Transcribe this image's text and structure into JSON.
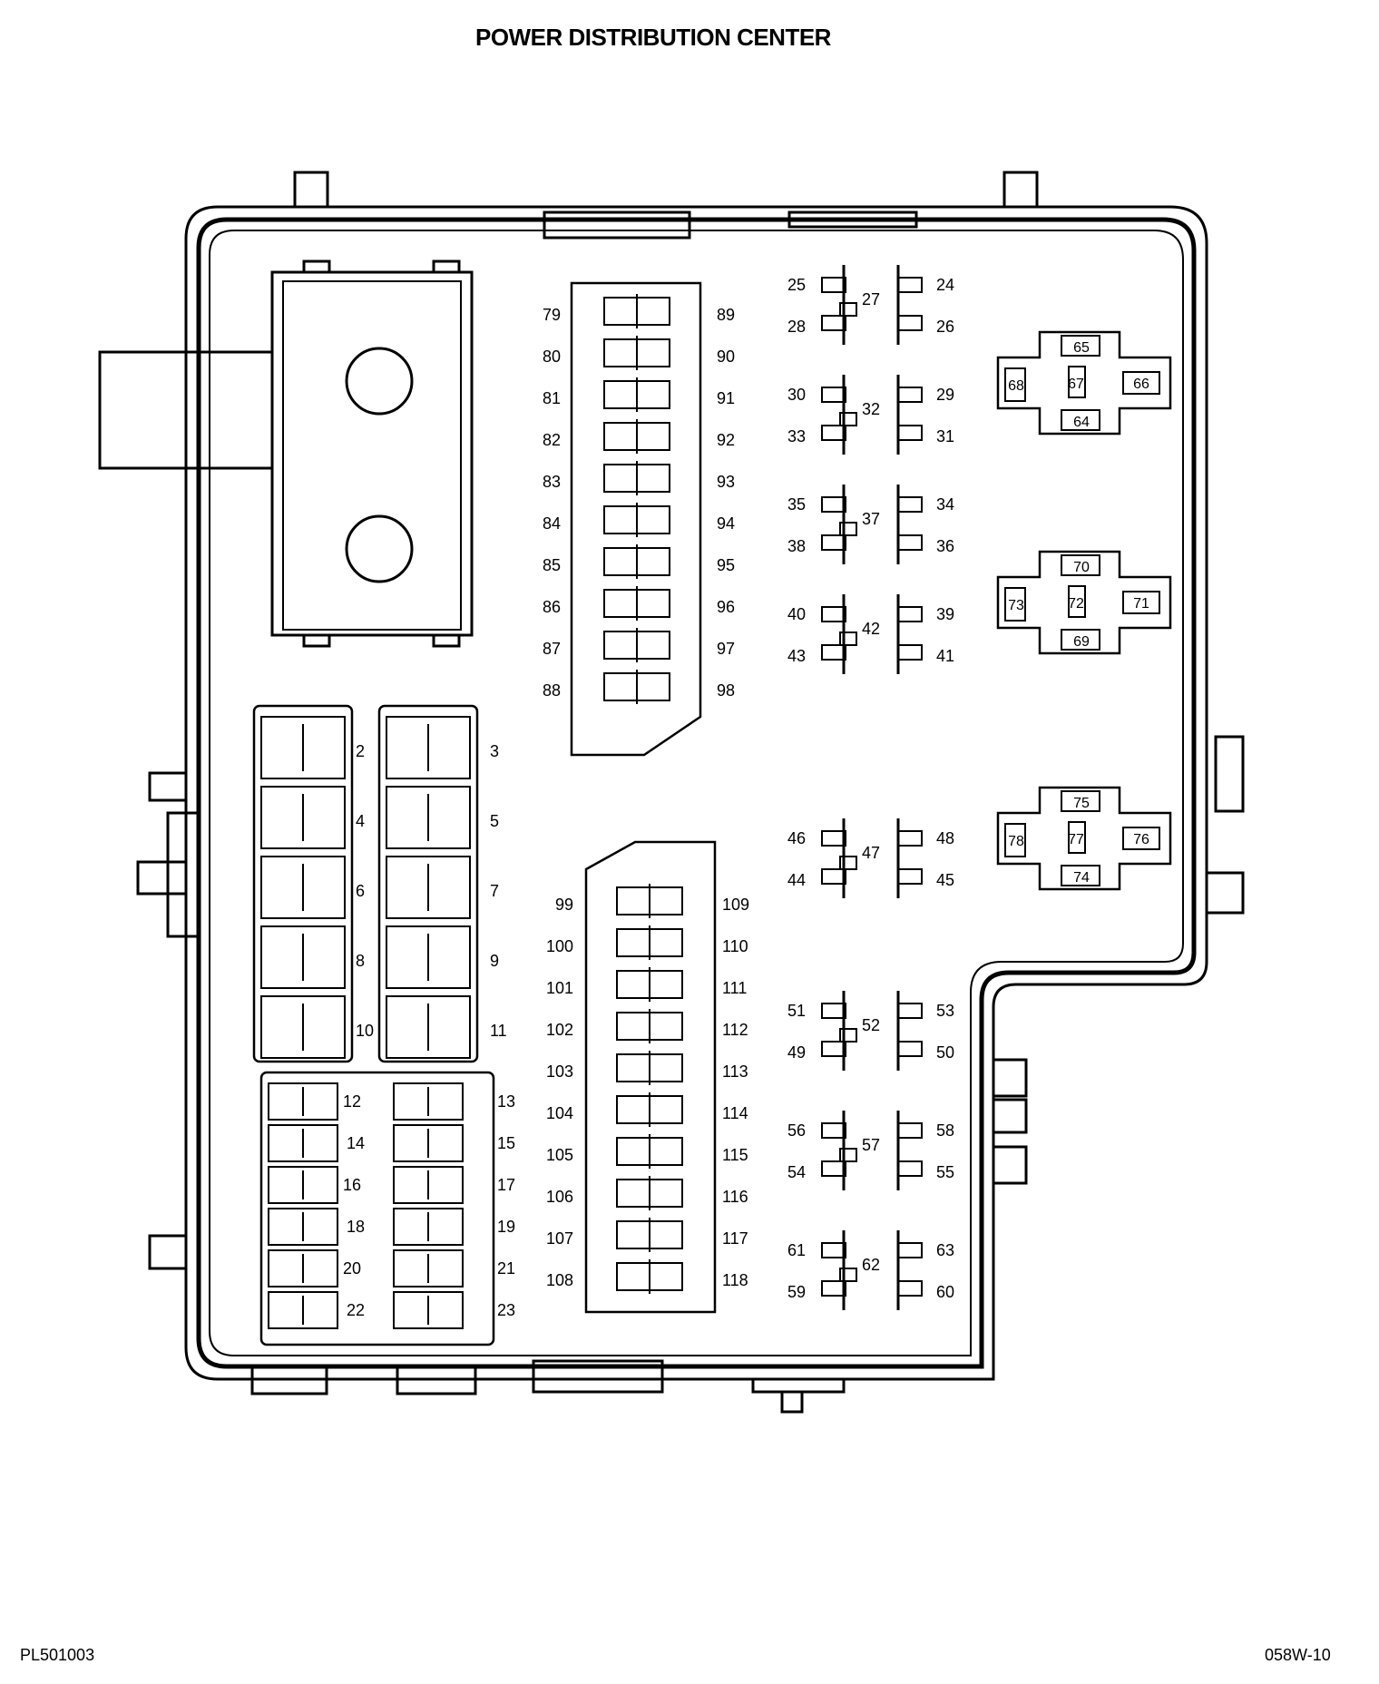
{
  "title": "POWER DISTRIBUTION CENTER",
  "footer": {
    "left_code": "PL501003",
    "right_code": "058W-10"
  },
  "maxi_fuses_left": [
    "2",
    "4",
    "6",
    "8",
    "10"
  ],
  "maxi_fuses_right": [
    "3",
    "5",
    "7",
    "9",
    "11"
  ],
  "small_fuses_left": [
    "12",
    "14",
    "16",
    "18",
    "20",
    "22"
  ],
  "small_fuses_right": [
    "13",
    "15",
    "17",
    "19",
    "21",
    "23"
  ],
  "mini_fuses_upper_left": [
    "79",
    "80",
    "81",
    "82",
    "83",
    "84",
    "85",
    "86",
    "87",
    "88"
  ],
  "mini_fuses_upper_right": [
    "89",
    "90",
    "91",
    "92",
    "93",
    "94",
    "95",
    "96",
    "97",
    "98"
  ],
  "mini_fuses_lower_left": [
    "99",
    "100",
    "101",
    "102",
    "103",
    "104",
    "105",
    "106",
    "107",
    "108"
  ],
  "mini_fuses_lower_right": [
    "109",
    "110",
    "111",
    "112",
    "113",
    "114",
    "115",
    "116",
    "117",
    "118"
  ],
  "micro_relays_upper": [
    {
      "tl": "25",
      "bl": "28",
      "center": "27",
      "tr": "24",
      "br": "26"
    },
    {
      "tl": "30",
      "bl": "33",
      "center": "32",
      "tr": "29",
      "br": "31"
    },
    {
      "tl": "35",
      "bl": "38",
      "center": "37",
      "tr": "34",
      "br": "36"
    },
    {
      "tl": "40",
      "bl": "43",
      "center": "42",
      "tr": "39",
      "br": "41"
    }
  ],
  "micro_relays_lower": [
    {
      "tl": "46",
      "bl": "44",
      "center": "47",
      "tr": "48",
      "br": "45"
    },
    {
      "tl": "51",
      "bl": "49",
      "center": "52",
      "tr": "53",
      "br": "50"
    },
    {
      "tl": "56",
      "bl": "54",
      "center": "57",
      "tr": "58",
      "br": "55"
    },
    {
      "tl": "61",
      "bl": "59",
      "center": "62",
      "tr": "63",
      "br": "60"
    }
  ],
  "iso_relays": [
    {
      "top": "65",
      "left": "68",
      "center": "67",
      "right": "66",
      "bottom": "64"
    },
    {
      "top": "70",
      "left": "73",
      "center": "72",
      "right": "71",
      "bottom": "69"
    },
    {
      "top": "75",
      "left": "78",
      "center": "77",
      "right": "76",
      "bottom": "74"
    }
  ]
}
